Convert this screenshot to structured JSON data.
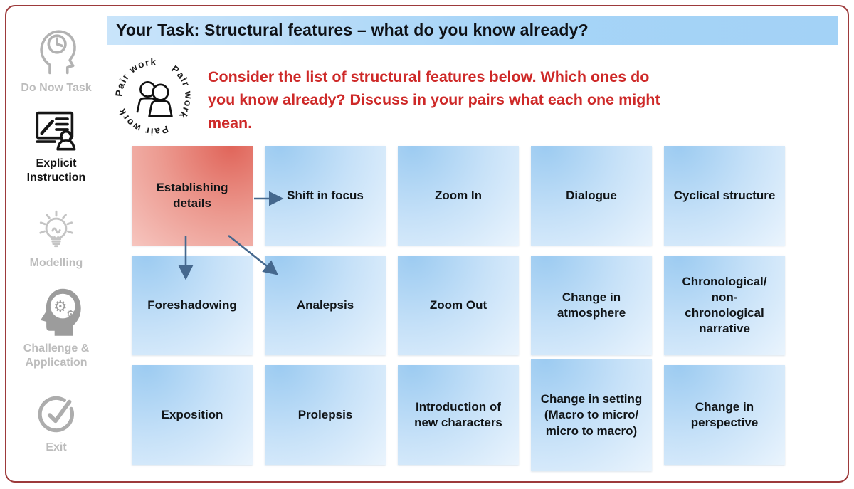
{
  "window": {
    "type": "lesson-slide",
    "border_color": "#9d3a3b"
  },
  "header": {
    "title": "Your Task: Structural features – what do you know already?",
    "background_color": "#a6d4f7"
  },
  "sidebar": {
    "items": [
      {
        "label": "Do Now Task",
        "icon": "head-clock-icon",
        "state": "inactive"
      },
      {
        "label": "Explicit Instruction",
        "icon": "presentation-teacher-icon",
        "state": "active"
      },
      {
        "label": "Modelling",
        "icon": "lightbulb-icon",
        "state": "inactive"
      },
      {
        "label": "Challenge & Application",
        "icon": "head-gears-icon",
        "state": "inactive"
      },
      {
        "label": "Exit",
        "icon": "check-circle-icon",
        "state": "inactive"
      }
    ]
  },
  "pairwork": {
    "icon": "pair-people-icon",
    "ring_text": "Pair work    Pair work    Pair work  "
  },
  "instruction": {
    "text": "Consider the list of structural features below. Which ones do you know already? Discuss in your pairs what each one might mean.",
    "color": "#ce2928"
  },
  "grid": {
    "cells": [
      {
        "label": "Establishing details",
        "variant": "red"
      },
      {
        "label": "Shift in focus",
        "variant": "blue"
      },
      {
        "label": "Zoom In",
        "variant": "blue"
      },
      {
        "label": "Dialogue",
        "variant": "blue"
      },
      {
        "label": "Cyclical structure",
        "variant": "blue"
      },
      {
        "label": "Foreshadowing",
        "variant": "blue"
      },
      {
        "label": "Analepsis",
        "variant": "blue"
      },
      {
        "label": "Zoom Out",
        "variant": "blue"
      },
      {
        "label": "Change in atmosphere",
        "variant": "blue"
      },
      {
        "label": "Chronological/ non- chronological narrative",
        "variant": "blue"
      },
      {
        "label": "Exposition",
        "variant": "blue"
      },
      {
        "label": "Prolepsis",
        "variant": "blue"
      },
      {
        "label": "Introduction of new characters",
        "variant": "blue"
      },
      {
        "label": "Change in setting (Macro to micro/ micro to macro)",
        "variant": "blue"
      },
      {
        "label": "Change in perspective",
        "variant": "blue"
      }
    ],
    "arrows": [
      {
        "from": "Establishing details",
        "to": "Shift in focus"
      },
      {
        "from": "Establishing details",
        "to": "Foreshadowing"
      },
      {
        "from": "Establishing details",
        "to": "Analepsis"
      }
    ],
    "colors": {
      "card_blue_start": "#9ccbf1",
      "card_blue_end": "#eaf4fd",
      "card_red_start": "#e0655a",
      "card_red_end": "#f6c5bf",
      "arrow": "#45688e"
    }
  }
}
